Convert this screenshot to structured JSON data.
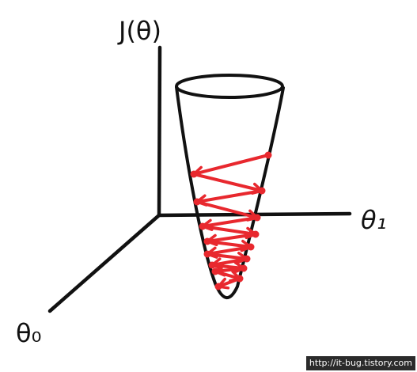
{
  "labels": {
    "cost_axis": "J(θ)",
    "theta1_axis": "θ₁",
    "theta0_axis": "θ₀"
  },
  "watermark": "http://it-bug.tistory.com",
  "colors": {
    "ink": "#111111",
    "path": "#e8282e",
    "watermark_bg": "#2b2b2b"
  }
}
